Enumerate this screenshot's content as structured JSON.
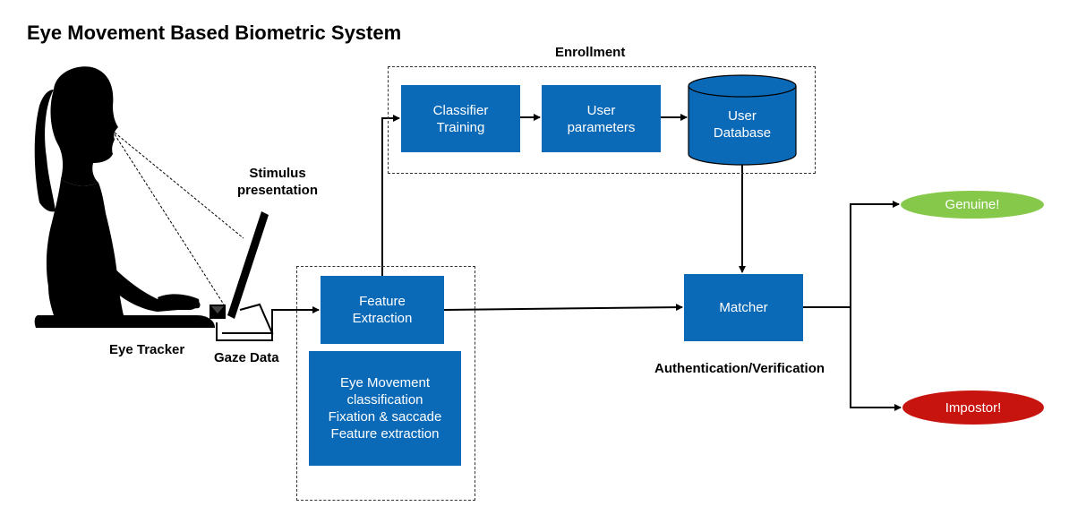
{
  "title": "Eye Movement Based Biometric System",
  "labels": {
    "stimulus": "Stimulus\npresentation",
    "eye_tracker": "Eye Tracker",
    "gaze_data": "Gaze Data",
    "enrollment": "Enrollment",
    "authentication": "Authentication/Verification"
  },
  "boxes": {
    "feature_extraction": "Feature\nExtraction",
    "eye_movement_details": "Eye Movement\nclassification\nFixation & saccade\nFeature extraction",
    "classifier_training": "Classifier\nTraining",
    "user_parameters": "User\nparameters",
    "user_database": "User\nDatabase",
    "matcher": "Matcher"
  },
  "outcomes": {
    "genuine": "Genuine!",
    "impostor": "Impostor!"
  },
  "colors": {
    "box_blue": "#0a6ab8",
    "genuine_green": "#86c94a",
    "impostor_red": "#c8140f"
  }
}
